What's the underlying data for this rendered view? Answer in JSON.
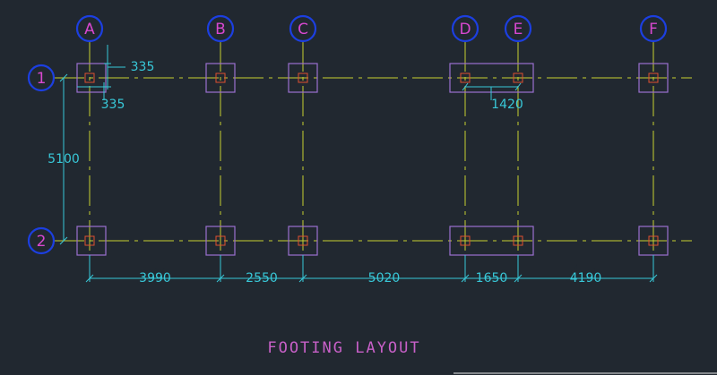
{
  "drawing": {
    "title": "FOOTING LAYOUT",
    "background": "#212830"
  },
  "colors": {
    "bubble": "#1c3fe0",
    "label": "#d848d0",
    "axis": "#c8d030",
    "footing": "#9a70d0",
    "column": "#e05030",
    "dimension": "#38c8d8"
  },
  "grid": {
    "columns": [
      "A",
      "B",
      "C",
      "D",
      "E",
      "F"
    ],
    "rows": [
      "1",
      "2"
    ]
  },
  "dimensions": {
    "horizontal": [
      "3990",
      "2550",
      "5020",
      "1650",
      "4190"
    ],
    "vertical": "5100",
    "footing_offset_x": "335",
    "footing_offset_y": "335",
    "ed_spacing": "1420"
  }
}
